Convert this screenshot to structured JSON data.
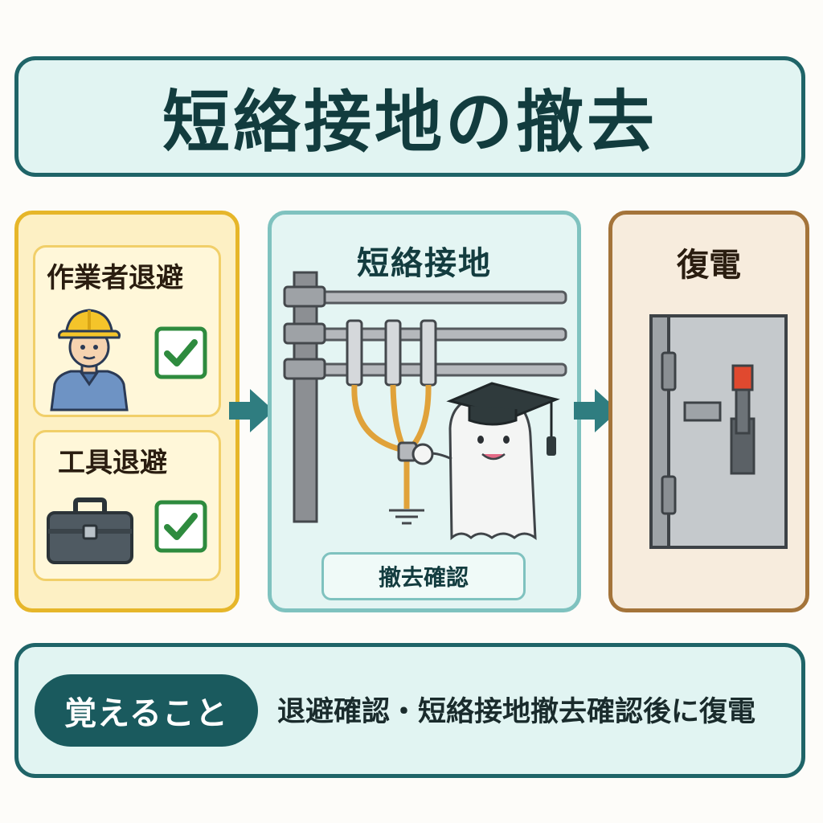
{
  "title": "短絡接地の撤去",
  "steps": {
    "left": {
      "cards": [
        {
          "label": "作業者退避",
          "icon": "worker-helmet-icon",
          "status": "check"
        },
        {
          "label": "工具退避",
          "icon": "toolbox-icon",
          "status": "check"
        }
      ]
    },
    "middle": {
      "heading": "短絡接地",
      "confirm_label": "撤去確認",
      "illustration": "short-circuit-grounding-on-pole"
    },
    "right": {
      "heading": "復電",
      "illustration": "breaker-panel-icon"
    }
  },
  "memo": {
    "pill_label": "覚えること",
    "text": "退避確認・短絡接地撤去確認後に復電"
  },
  "colors": {
    "title_border": "#1f6468",
    "title_bg": "#e1f4f2",
    "left_border": "#e6b62a",
    "left_bg": "#fdf0c4",
    "mid_border": "#7fc2bf",
    "right_border": "#a4743a",
    "arrow": "#2f7d80",
    "check": "#2e8b3e",
    "lever": "#e0492f"
  }
}
